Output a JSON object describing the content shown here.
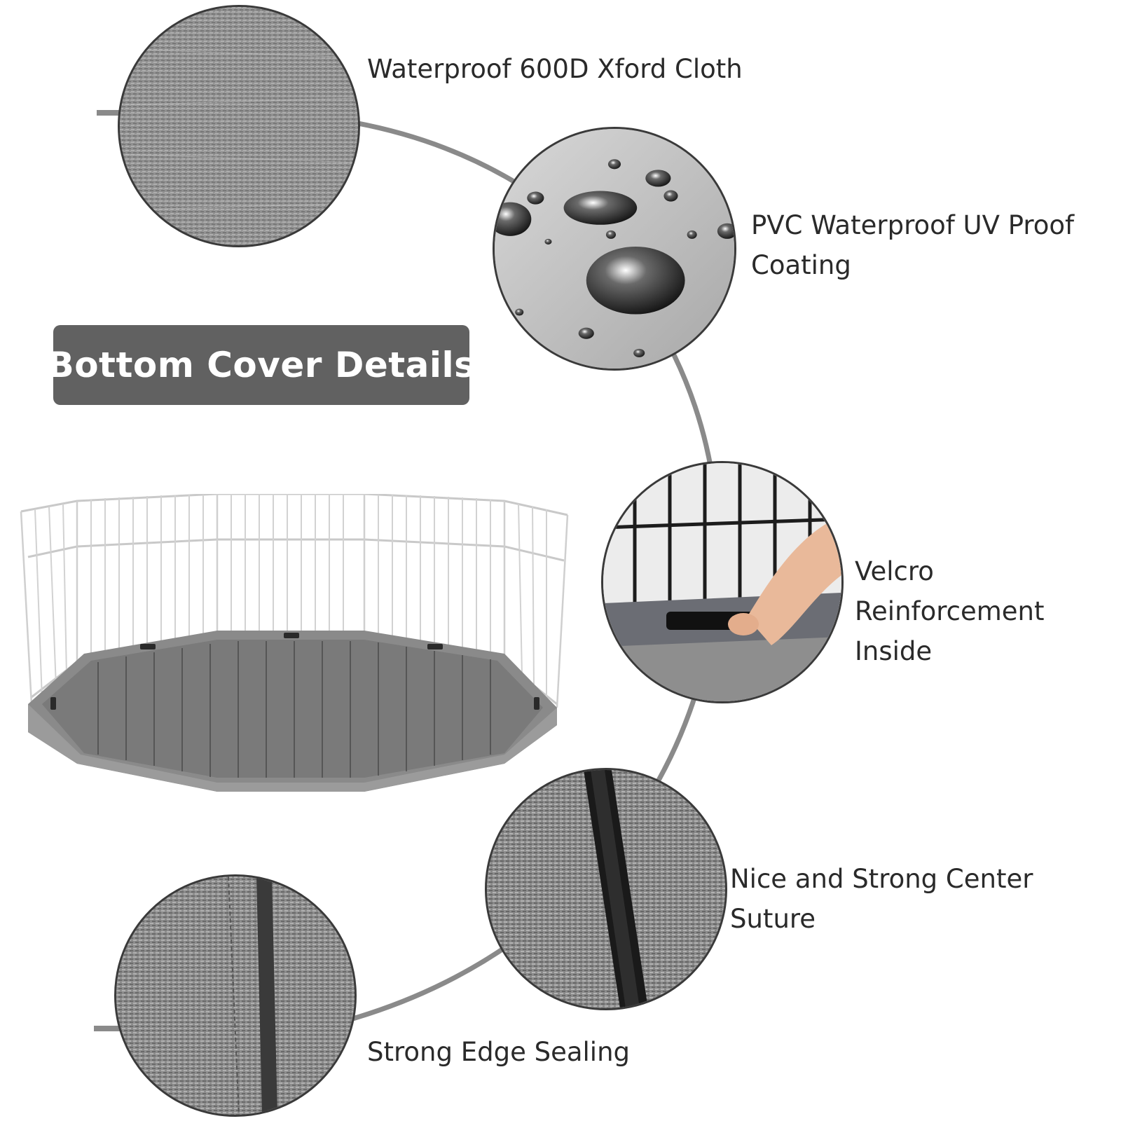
{
  "title": "Bottom Cover Details",
  "features": [
    {
      "label": "Waterproof 600D Xford Cloth",
      "icon": "fabric-texture-icon"
    },
    {
      "label": "PVC Waterproof UV Proof\nCoating",
      "icon": "water-droplets-icon"
    },
    {
      "label": "Velcro Reinforcement\nInside",
      "icon": "velcro-strap-icon"
    },
    {
      "label": "Nice and Strong Center Suture",
      "icon": "center-seam-icon"
    },
    {
      "label": "Strong Edge Sealing",
      "icon": "edge-seam-icon"
    }
  ],
  "colors": {
    "title_background": "#616161",
    "connector": "#8a8a8a",
    "fabric": "#8f8f8f",
    "circle_border": "#3a3a3a"
  }
}
